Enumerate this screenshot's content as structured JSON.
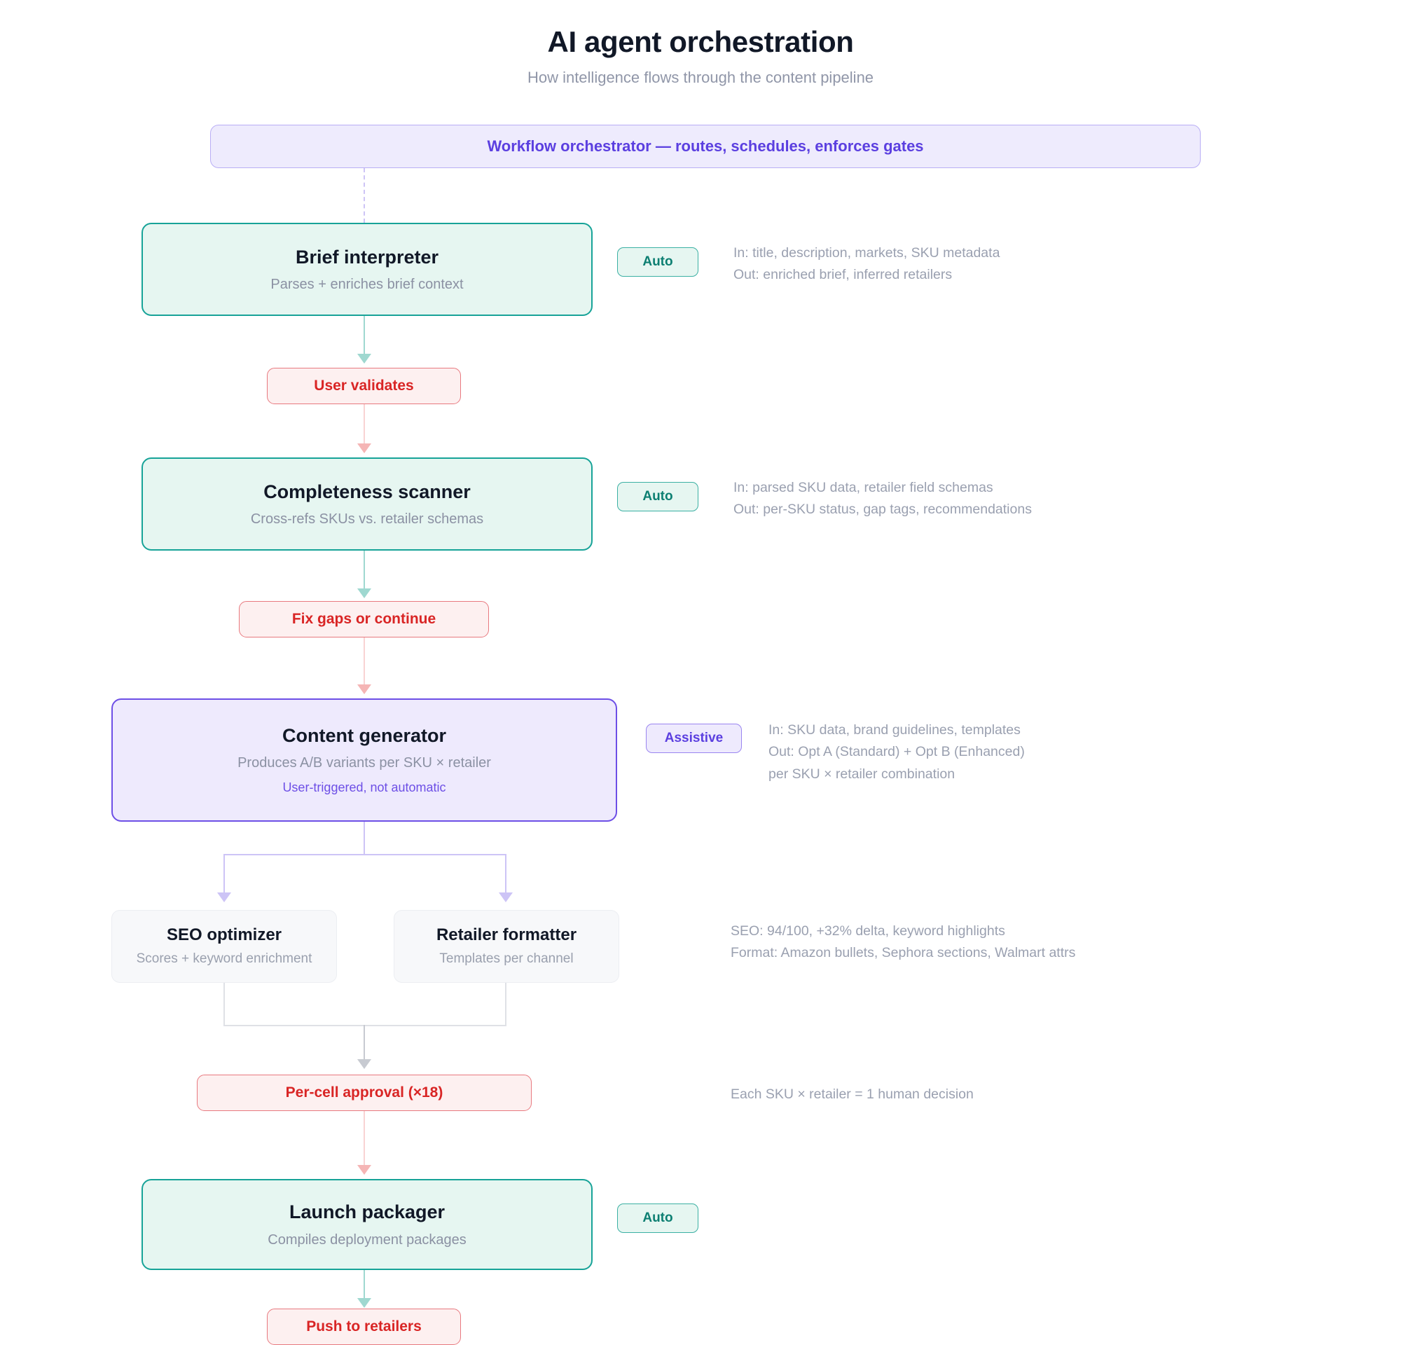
{
  "header": {
    "title": "AI agent orchestration",
    "subtitle": "How intelligence flows through the content pipeline"
  },
  "orchestrator": {
    "label": "Workflow orchestrator — routes, schedules, enforces gates"
  },
  "colors": {
    "auto_border": "#17a398",
    "auto_fill": "#e6f6f1",
    "auto_text": "#0d7f72",
    "assistive_border": "#6d4fe6",
    "assistive_fill": "#eeeafd",
    "assistive_text": "#5b3fe0",
    "gate_border": "#e8797f",
    "gate_fill": "#fdf0f0",
    "gate_text": "#d92525",
    "plain_fill": "#f7f8fa",
    "annotation_text": "#9aa0b0",
    "subtitle_text": "#9096a8"
  },
  "steps": {
    "brief_interpreter": {
      "title": "Brief interpreter",
      "subtitle": "Parses + enriches brief context",
      "badge": "Auto",
      "annotations": [
        "In: title, description, markets, SKU metadata",
        "Out: enriched brief, inferred retailers"
      ]
    },
    "completeness_scanner": {
      "title": "Completeness scanner",
      "subtitle": "Cross-refs SKUs vs. retailer schemas",
      "badge": "Auto",
      "annotations": [
        "In: parsed SKU data, retailer field schemas",
        "Out: per-SKU status, gap tags, recommendations"
      ]
    },
    "content_generator": {
      "title": "Content generator",
      "subtitle": "Produces A/B variants per SKU × retailer",
      "note": "User-triggered, not automatic",
      "badge": "Assistive",
      "annotations": [
        "In: SKU data, brand guidelines, templates",
        "Out: Opt A (Standard) + Opt B (Enhanced)",
        "per SKU × retailer combination"
      ]
    },
    "seo_optimizer": {
      "title": "SEO optimizer",
      "subtitle": "Scores + keyword enrichment"
    },
    "retailer_formatter": {
      "title": "Retailer formatter",
      "subtitle": "Templates per channel"
    },
    "branch_annotations": [
      "SEO: 94/100, +32% delta, keyword highlights",
      "Format: Amazon bullets, Sephora sections, Walmart attrs"
    ],
    "launch_packager": {
      "title": "Launch packager",
      "subtitle": "Compiles deployment packages",
      "badge": "Auto"
    }
  },
  "gates": {
    "user_validates": "User validates",
    "fix_gaps": "Fix gaps or continue",
    "per_cell_approval": "Per-cell approval (×18)",
    "per_cell_annotation": "Each SKU × retailer = 1 human decision",
    "push_to_retailers": "Push to retailers"
  }
}
